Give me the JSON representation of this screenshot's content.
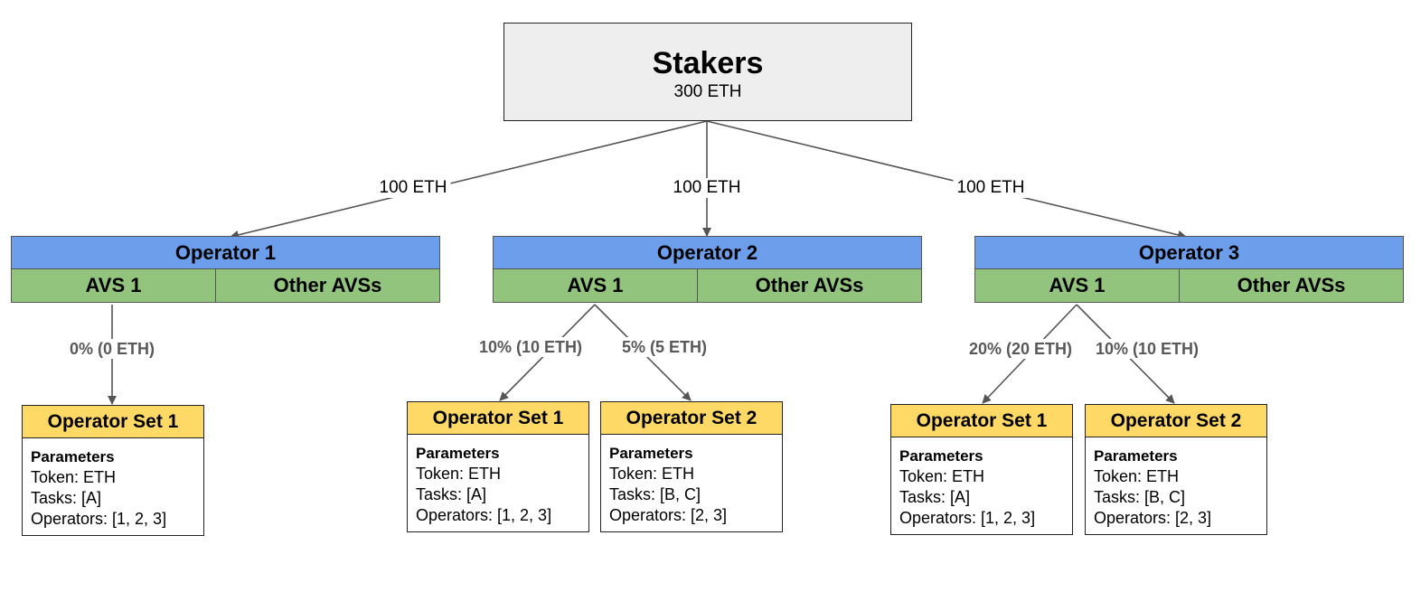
{
  "root": {
    "title": "Stakers",
    "amount": "300 ETH"
  },
  "allocations": [
    "100 ETH",
    "100 ETH",
    "100 ETH"
  ],
  "operators": [
    {
      "name": "Operator 1",
      "avs_primary": "AVS 1",
      "avs_other": "Other AVSs",
      "slashing_labels": [
        "0% (0 ETH)"
      ],
      "operator_sets": [
        {
          "title": "Operator Set 1",
          "params_heading": "Parameters",
          "token": "Token: ETH",
          "tasks": "Tasks: [A]",
          "operators": "Operators: [1, 2, 3]"
        }
      ]
    },
    {
      "name": "Operator 2",
      "avs_primary": "AVS 1",
      "avs_other": "Other AVSs",
      "slashing_labels": [
        "10% (10 ETH)",
        "5% (5 ETH)"
      ],
      "operator_sets": [
        {
          "title": "Operator Set 1",
          "params_heading": "Parameters",
          "token": "Token: ETH",
          "tasks": "Tasks: [A]",
          "operators": "Operators: [1, 2, 3]"
        },
        {
          "title": "Operator Set 2",
          "params_heading": "Parameters",
          "token": "Token: ETH",
          "tasks": "Tasks: [B, C]",
          "operators": "Operators: [2, 3]"
        }
      ]
    },
    {
      "name": "Operator 3",
      "avs_primary": "AVS 1",
      "avs_other": "Other AVSs",
      "slashing_labels": [
        "20% (20 ETH)",
        "10% (10 ETH)"
      ],
      "operator_sets": [
        {
          "title": "Operator Set 1",
          "params_heading": "Parameters",
          "token": "Token: ETH",
          "tasks": "Tasks: [A]",
          "operators": "Operators: [1, 2, 3]"
        },
        {
          "title": "Operator Set 2",
          "params_heading": "Parameters",
          "token": "Token: ETH",
          "tasks": "Tasks: [B, C]",
          "operators": "Operators: [2, 3]"
        }
      ]
    }
  ],
  "colors": {
    "root_fill": "#eeeeee",
    "operator_header": "#6d9eeb",
    "avs_fill": "#93c47d",
    "operator_set_header": "#ffd966",
    "connector": "#555555",
    "percent_text": "#595959"
  }
}
